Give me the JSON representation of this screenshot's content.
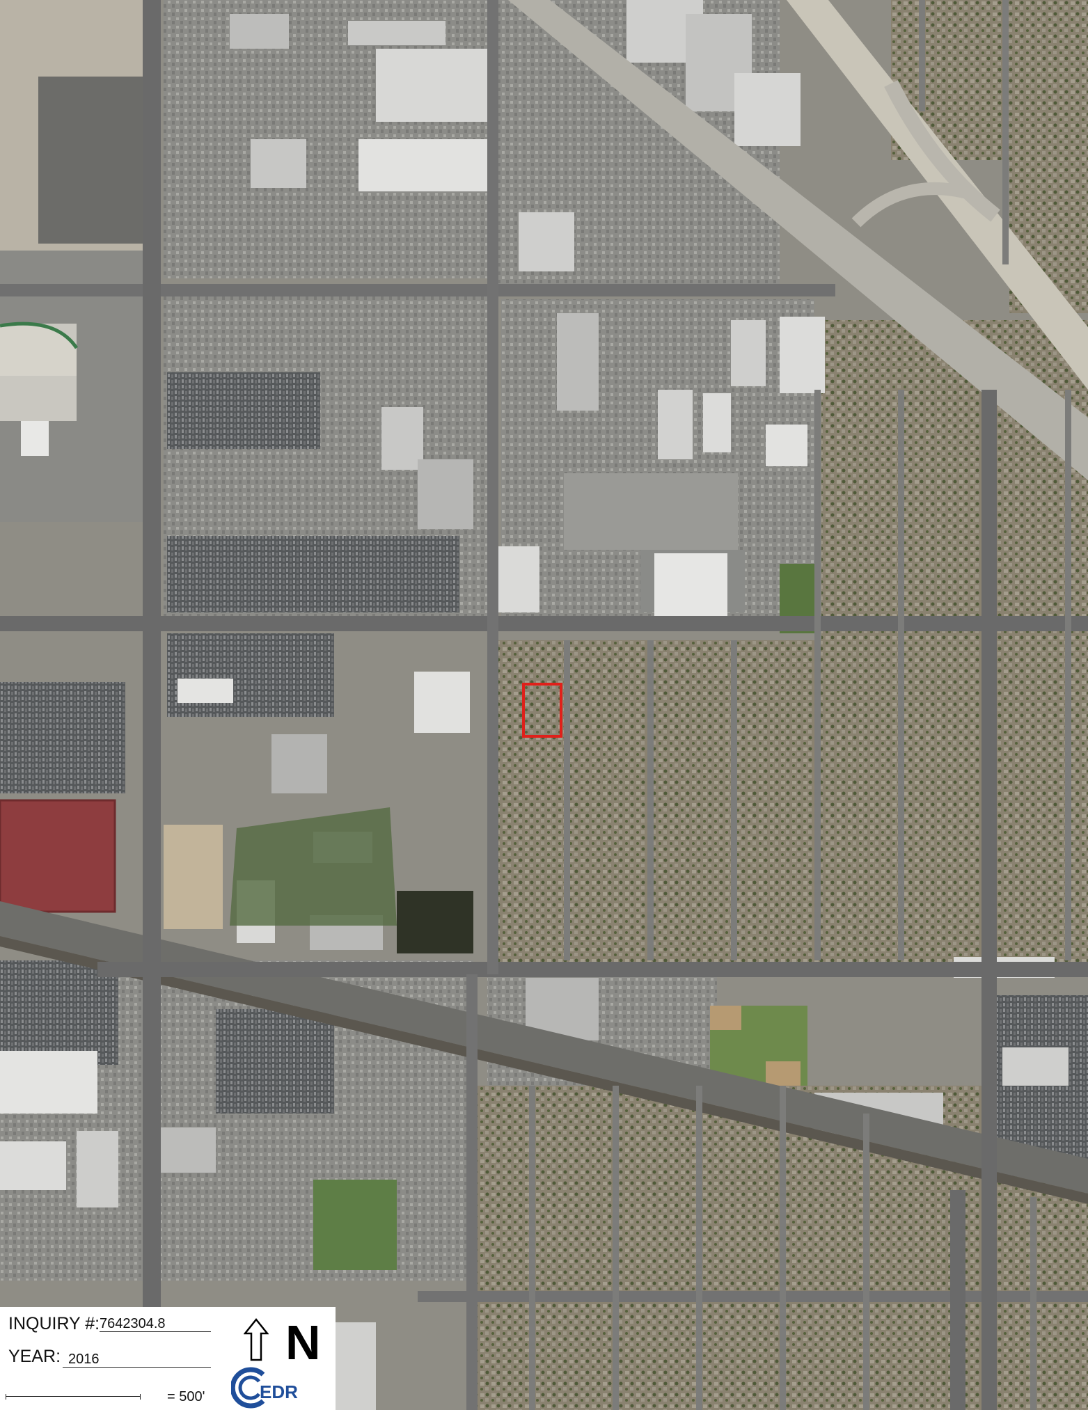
{
  "legend": {
    "inquiry_label": "INQUIRY #:",
    "inquiry_value": "7642304.8",
    "year_label": "YEAR:",
    "year_value": "2016",
    "scale_label": "= 500'",
    "north_label": "N",
    "logo_text": "EDR"
  },
  "colors": {
    "site_marker": "#e0201a",
    "edr_blue": "#1f4e9a"
  },
  "icons": [
    "north-arrow-icon",
    "edr-logo-icon"
  ]
}
